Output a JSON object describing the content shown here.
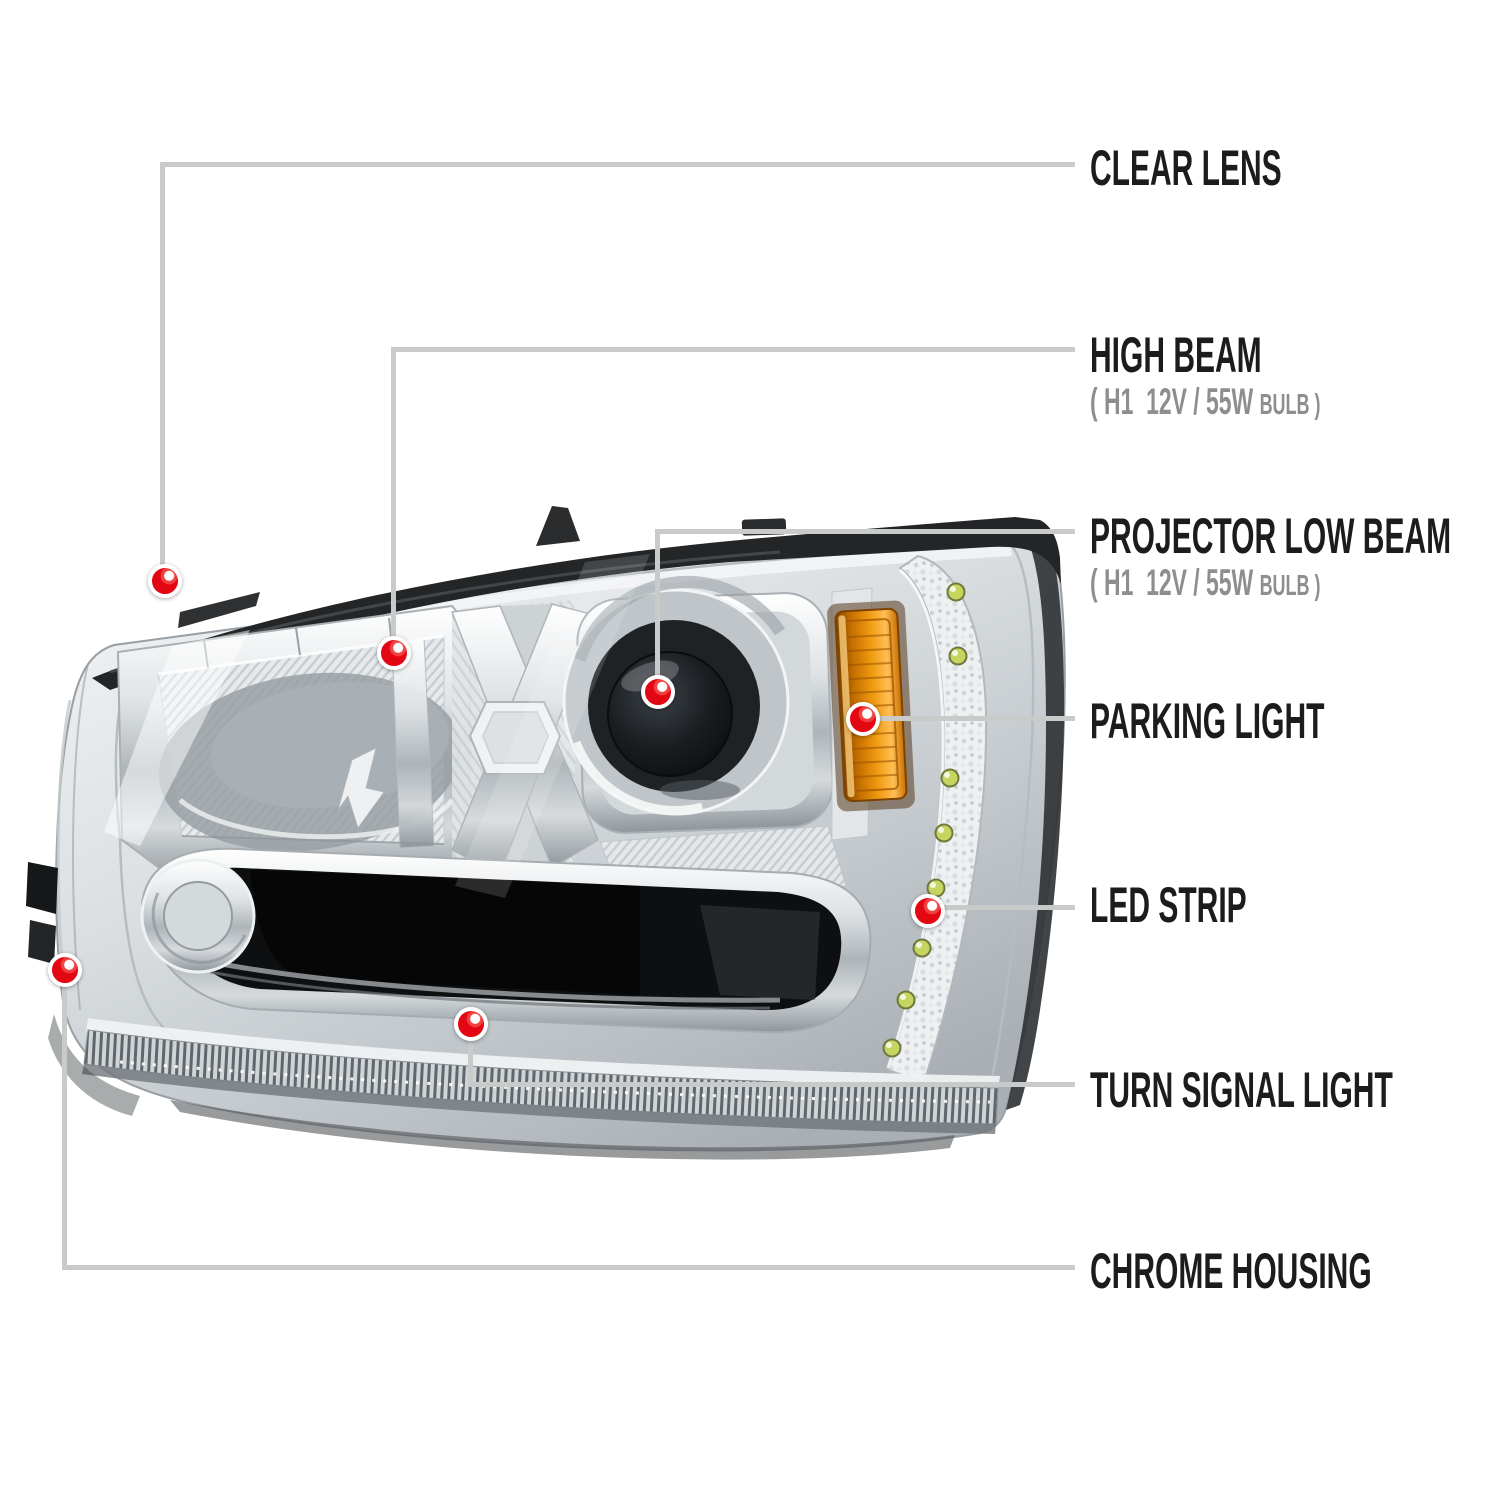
{
  "page": {
    "background": "#ffffff",
    "description": "Annotated diagram of a chrome housing clear lens projector headlight with labeled components"
  },
  "colors": {
    "accent_red": "#e30613",
    "callout_line": "#c9cbcb",
    "label_text": "#1c1c1c",
    "label_subtext": "#8e8e8e",
    "amber_reflector": "#f09b10",
    "led_green": "#c6d560",
    "chrome_light": "#f2f4f5",
    "chrome_dark": "#9aa0a4",
    "gasket_black": "#232527"
  },
  "callouts": [
    {
      "id": "clear-lens",
      "label": "CLEAR LENS"
    },
    {
      "id": "high-beam",
      "label": "HIGH BEAM",
      "sub": "( H1  12V / 55W ",
      "sub_small": "BULB )"
    },
    {
      "id": "projector-low-beam",
      "label": "PROJECTOR LOW BEAM",
      "sub": "( H1  12V / 55W ",
      "sub_small": "BULB )"
    },
    {
      "id": "parking-light",
      "label": "PARKING LIGHT"
    },
    {
      "id": "led-strip",
      "label": "LED STRIP"
    },
    {
      "id": "turn-signal-light",
      "label": "TURN SIGNAL LIGHT"
    },
    {
      "id": "chrome-housing",
      "label": "CHROME HOUSING"
    }
  ]
}
